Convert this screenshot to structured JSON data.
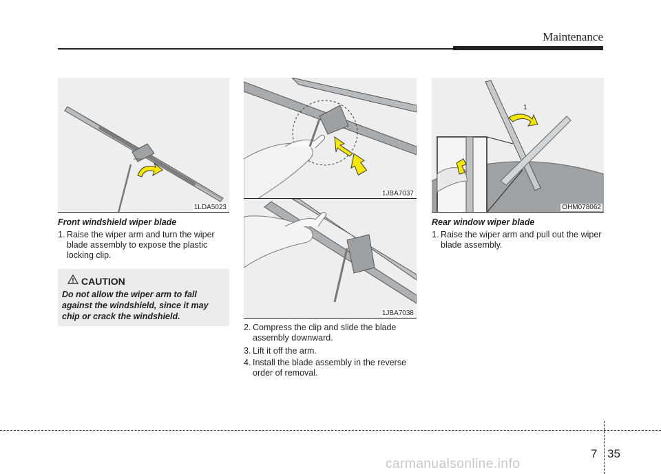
{
  "header": {
    "title": "Maintenance"
  },
  "figures": {
    "front_blade": {
      "code": "1LDA5023"
    },
    "compress_clip": {
      "code": "1JBA7037"
    },
    "slide_blade": {
      "code": "1JBA7038"
    },
    "rear_blade": {
      "code": "OHM078062",
      "callout": "1"
    }
  },
  "front": {
    "heading": "Front windshield wiper blade",
    "steps": [
      {
        "num": "1.",
        "text": "Raise the wiper arm and turn the wiper blade assembly to expose the plastic locking clip."
      }
    ]
  },
  "caution": {
    "title": "CAUTION",
    "text": "Do not allow the wiper arm to fall against the windshield, since it may chip or crack the windshield."
  },
  "middle": {
    "steps": [
      {
        "num": "2.",
        "text": "Compress the clip and slide the blade assembly downward."
      },
      {
        "num": "3.",
        "text": "Lift it off the arm."
      },
      {
        "num": "4.",
        "text": "Install the blade assembly in the reverse order of removal."
      }
    ]
  },
  "rear": {
    "heading": "Rear window wiper blade",
    "steps": [
      {
        "num": "1.",
        "text": "Raise the wiper arm and pull out the wiper blade assembly."
      }
    ]
  },
  "footer": {
    "chapter": "7",
    "page": "35",
    "watermark": "carmanualsonline.info"
  },
  "colors": {
    "arrow_fill": "#f7e600",
    "arrow_stroke": "#3a3a3a",
    "figure_bg": "#eceef0",
    "text": "#231f20"
  }
}
